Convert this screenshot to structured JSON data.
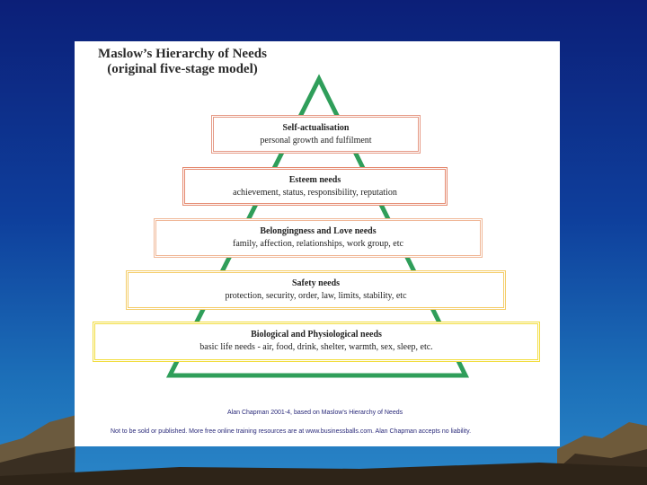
{
  "colors": {
    "pyramid_stroke": "#2f9e5a",
    "level_self": "#e59a86",
    "level_esteem": "#e58a70",
    "level_belonging": "#f0b898",
    "level_safety": "#f4cd6a",
    "level_bio": "#f2dd40"
  },
  "diagram": {
    "title_line1": "Maslow’s Hierarchy of Needs",
    "title_line2": "(original five-stage model)",
    "levels": [
      {
        "name": "Self-actualisation",
        "description": "personal growth and fulfilment"
      },
      {
        "name": "Esteem needs",
        "description": "achievement, status, responsibility, reputation"
      },
      {
        "name": "Belongingness and Love needs",
        "description": "family, affection, relationships, work group, etc"
      },
      {
        "name": "Safety needs",
        "description": "protection, security, order, law, limits, stability, etc"
      },
      {
        "name": "Biological and Physiological needs",
        "description": "basic life needs - air, food, drink, shelter, warmth, sex, sleep, etc."
      }
    ],
    "footer_line1": "Alan Chapman 2001-4, based on Maslow's Hierarchy of Needs",
    "footer_line2": "Not to be sold or published. More free online training resources are at www.businessballs.com. Alan Chapman accepts no liability."
  }
}
